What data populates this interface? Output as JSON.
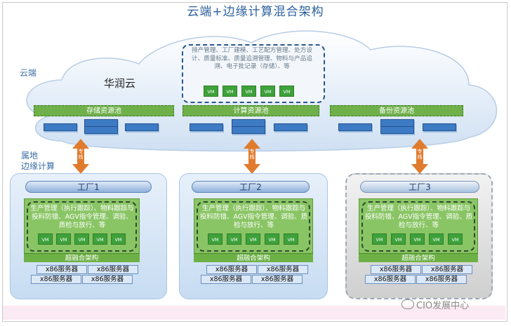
{
  "title": "云端+边缘计算混合架构",
  "cloud": {
    "tier_label": "云端",
    "provider": "华润云",
    "apps_text": "排产管理、工厂建模、工艺配方管理、处方设计、质量标准、质量追溯管理、物料与产品追溯、电子批记录（存储）、等",
    "vm_labels": [
      "VM",
      "VM",
      "VM",
      "VM",
      "VM"
    ],
    "pools": [
      "存储资源池",
      "计算资源池",
      "备份资源池"
    ]
  },
  "link_label": "专线",
  "edge": {
    "tier_label_1": "属地",
    "tier_label_2": "边缘计算",
    "factories": [
      {
        "name": "工厂1",
        "apps_text": "生产管理（执行跟踪）、物料跟踪与投料防错、AGV指令管理、调验、质检与放行、等",
        "vm_labels": [
          "VM",
          "VM",
          "VM",
          "VM",
          "VM"
        ],
        "hyper": "超融合架构",
        "servers": [
          "x86服务器",
          "x86服务器",
          "x86服务器",
          "x86服务器"
        ]
      },
      {
        "name": "工厂2",
        "apps_text": "生产管理（执行跟踪）、物料跟踪与投料防错、AGV指令管理、调验、质检与放行、等",
        "vm_labels": [
          "VM",
          "VM",
          "VM",
          "VM",
          "VM"
        ],
        "hyper": "超融合架构",
        "servers": [
          "x86服务器",
          "x86服务器",
          "x86服务器",
          "x86服务器"
        ]
      },
      {
        "name": "工厂3",
        "apps_text": "生产管理（执行跟踪）、物料跟踪与投料防错、AGV指令管理、调验、质检与放行、等",
        "vm_labels": [
          "VM",
          "VM",
          "VM",
          "VM",
          "VM"
        ],
        "hyper": "超融合架构",
        "servers": [
          "x86服务器",
          "x86服务器",
          "x86服务器",
          "x86服务器"
        ]
      }
    ]
  },
  "watermark": "CIO发展中心",
  "colors": {
    "title": "#2a5f9e",
    "vm": "#3ea13a",
    "pool": "#6fb04b",
    "server": "#3d7bc4",
    "arrow": "#e07b2e",
    "factory_bg": "#c7dcf2",
    "factory3_bg": "#d9d9d9"
  }
}
